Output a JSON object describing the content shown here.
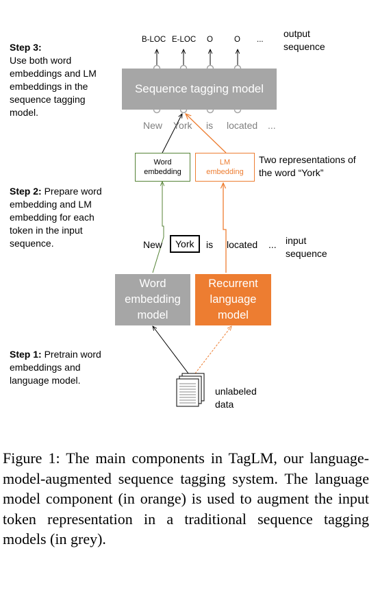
{
  "steps": {
    "step3": {
      "title": "Step 3:",
      "text": "Use both word embeddings and LM embeddings in the sequence tagging model."
    },
    "step2": {
      "title": "Step 2:",
      "text": "Prepare word embedding and LM embedding for each token in the input sequence."
    },
    "step1": {
      "title": "Step 1:",
      "text": "Pretrain word embeddings and language model."
    }
  },
  "output_tags": [
    "B-LOC",
    "E-LOC",
    "O",
    "O",
    "..."
  ],
  "output_label": "output sequence",
  "sequence_model_label": "Sequence tagging model",
  "context_tokens": [
    "New",
    "York",
    "is",
    "located",
    "..."
  ],
  "word_embedding_small": "Word embedding",
  "lm_embedding_small": "LM embedding",
  "two_reps_label": "Two representations of the word “York”",
  "input_tokens": [
    "New",
    "York",
    "is",
    "located",
    "..."
  ],
  "input_label": "input sequence",
  "word_embedding_model": "Word embedding model",
  "recurrent_lm": "Recurrent language model",
  "unlabeled_data": "unlabeled data",
  "caption": "Figure 1:  The main components in TagLM, our language-model-augmented sequence tagging system.  The language model component (in orange) is used to augment the input token representation in a traditional sequence tagging models (in grey).",
  "colors": {
    "grey": "#a6a6a6",
    "orange": "#ed7d31",
    "green": "#548235",
    "grey_text": "#7f7f7f"
  }
}
